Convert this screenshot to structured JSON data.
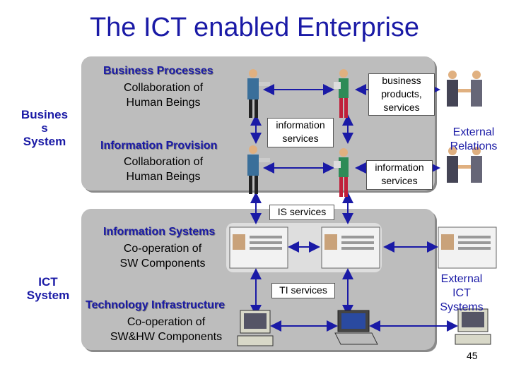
{
  "title": "The ICT enabled Enterprise",
  "business_system_label": "Busines\ns\nSystem",
  "ict_system_label": "ICT\nSystem",
  "business_processes": {
    "heading": "Business Processes",
    "desc": "Collaboration of\nHuman Beings"
  },
  "information_provision": {
    "heading": "Information Provision",
    "desc": "Collaboration of\nHuman Beings"
  },
  "information_systems": {
    "heading": "Information Systems",
    "desc": "Co-operation of\nSW Components"
  },
  "technology_infrastructure": {
    "heading": "Technology Infrastructure",
    "desc": "Co-operation of\nSW&HW Components"
  },
  "boxes": {
    "business_products": "business\nproducts,\nservices",
    "information_services_1": "information\nservices",
    "information_services_2": "information\nservices",
    "is_services": "IS services",
    "ti_services": "TI services"
  },
  "external_relations": "External\nRelations",
  "external_ict_systems": "External\nICT\nSystems",
  "page_number": "45",
  "colors": {
    "accent": "#1a1aa6",
    "panel": "#bdbdbd",
    "arrow": "#1a1aa6"
  }
}
